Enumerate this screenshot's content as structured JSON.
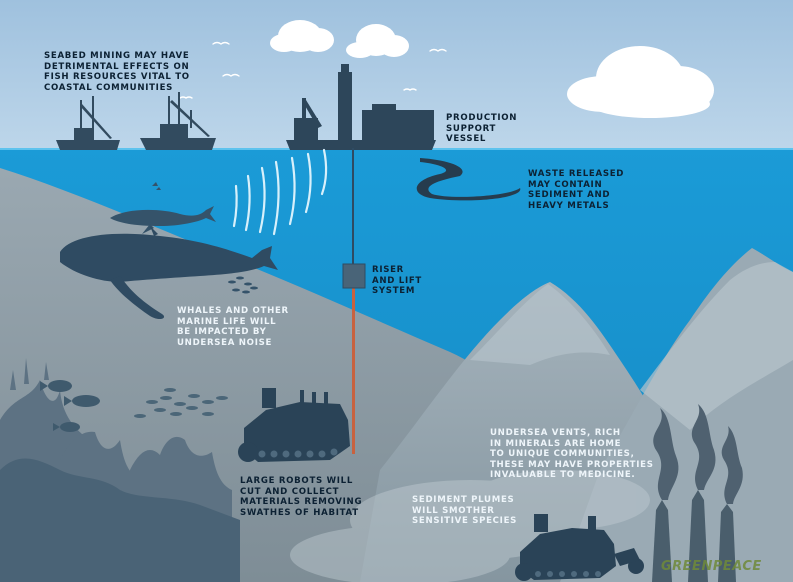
{
  "labels": {
    "seabed_mining": "SEABED MINING MAY HAVE\nDETRIMENTAL EFFECTS ON\nFISH RESOURCES VITAL TO\nCOASTAL COMMUNITIES",
    "production_vessel": "PRODUCTION\nSUPPORT\nVESSEL",
    "waste_released": "WASTE RELEASED\nMAY CONTAIN\nSEDIMENT AND\nHEAVY METALS",
    "riser": "RISER\nAND LIFT\nSYSTEM",
    "whales": "WHALES AND OTHER\nMARINE LIFE WILL\nBE IMPACTED BY\nUNDERSEA NOISE",
    "robots": "LARGE ROBOTS WILL\nCUT AND COLLECT\nMATERIALS REMOVING\nSWATHES OF HABITAT",
    "vents": "UNDERSEA VENTS, RICH\nIN MINERALS ARE HOME\nTO UNIQUE COMMUNITIES,\nTHESE MAY HAVE PROPERTIES\nINVALUABLE TO MEDICINE.",
    "plumes": "SEDIMENT PLUMES\nWILL SMOTHER\nSENSITIVE SPECIES"
  },
  "watermark": "GREENPEACE",
  "colors": {
    "sky": "#a9c8e2",
    "sea": "#1a9ad6",
    "seabed": "#8e9da6",
    "silhouette": "#35536a",
    "riser_pipe": "#c8623f"
  }
}
